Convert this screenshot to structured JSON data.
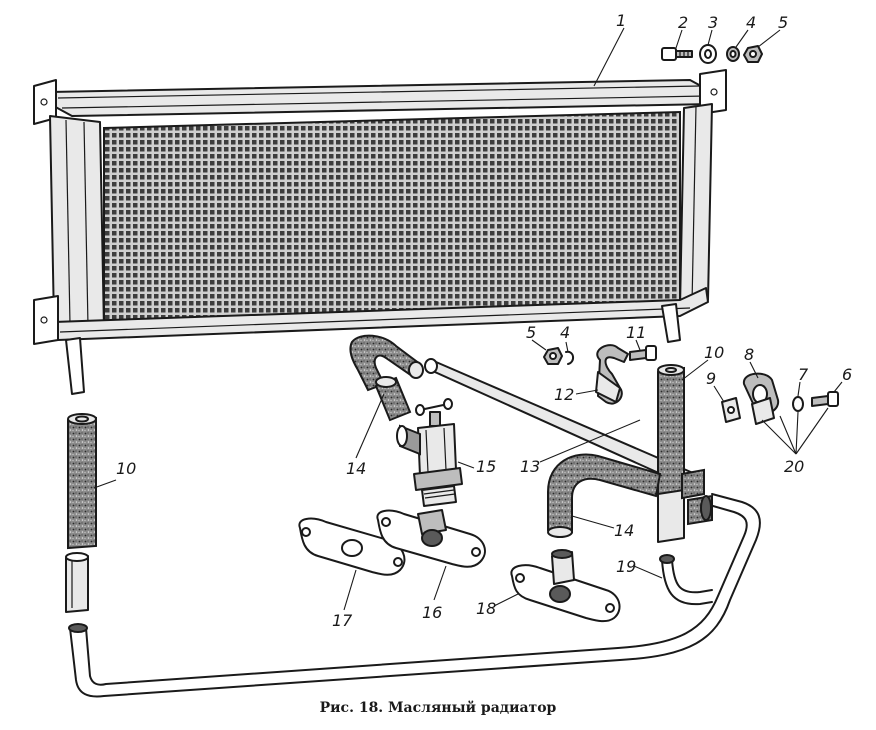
{
  "caption": "Рис. 18. Масляный радиатор",
  "callouts": {
    "c1": "1",
    "c2": "2",
    "c3": "3",
    "c4_top": "4",
    "c5_top": "5",
    "c5_mid": "5",
    "c4_mid": "4",
    "c11": "11",
    "c10_right": "10",
    "c8": "8",
    "c9": "9",
    "c7": "7",
    "c6": "6",
    "c12": "12",
    "c20": "20",
    "c10_left": "10",
    "c14_left": "14",
    "c15": "15",
    "c13": "13",
    "c14_right": "14",
    "c17": "17",
    "c16": "16",
    "c18": "18",
    "c19": "19"
  }
}
